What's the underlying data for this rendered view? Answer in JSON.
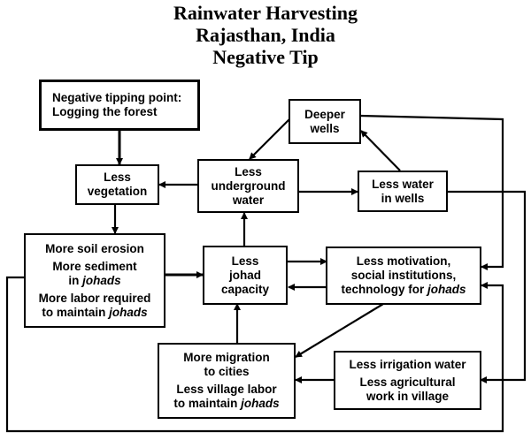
{
  "title": {
    "line1": "Rainwater Harvesting",
    "line2": "Rajasthan, India",
    "line3": "Negative Tip"
  },
  "nodes": {
    "tipping_point": {
      "line1": "Negative tipping point:",
      "line2": "Logging the forest"
    },
    "less_vegetation": {
      "line1": "Less",
      "line2": "vegetation"
    },
    "less_underground_water": {
      "line1": "Less",
      "line2": "underground",
      "line3": "water"
    },
    "deeper_wells": {
      "line1": "Deeper",
      "line2": "wells"
    },
    "less_water_in_wells": {
      "line1": "Less water",
      "line2": "in wells"
    },
    "soil_erosion": {
      "line1": "More soil erosion",
      "line2a": "More sediment",
      "line2b_pre": "in ",
      "line2b_em": "johads",
      "line3a": "More labor required",
      "line3b_pre": "to maintain ",
      "line3b_em": "johads"
    },
    "less_johad_capacity": {
      "line1": "Less",
      "line2": "johad",
      "line3": "capacity"
    },
    "less_motivation": {
      "line1": "Less motivation,",
      "line2": "social institutions,",
      "line3_pre": "technology for ",
      "line3_em": "johads"
    },
    "migration": {
      "line1": "More migration",
      "line2": "to cities",
      "line3": "Less village labor",
      "line4_pre": "to maintain ",
      "line4_em": "johads"
    },
    "irrigation": {
      "line1": "Less irrigation water",
      "line2": "Less agricultural",
      "line3": "work in village"
    }
  },
  "edges": [
    {
      "from": "tipping_point",
      "to": "less_vegetation"
    },
    {
      "from": "less_underground_water",
      "to": "less_vegetation"
    },
    {
      "from": "less_vegetation",
      "to": "soil_erosion"
    },
    {
      "from": "deeper_wells",
      "to": "less_underground_water"
    },
    {
      "from": "less_underground_water",
      "to": "less_water_in_wells"
    },
    {
      "from": "less_water_in_wells",
      "to": "deeper_wells"
    },
    {
      "from": "soil_erosion",
      "to": "less_johad_capacity"
    },
    {
      "from": "less_johad_capacity",
      "to": "less_underground_water"
    },
    {
      "from": "less_johad_capacity",
      "to": "less_motivation"
    },
    {
      "from": "less_motivation",
      "to": "less_johad_capacity"
    },
    {
      "from": "deeper_wells",
      "to": "less_motivation"
    },
    {
      "from": "less_water_in_wells",
      "to": "irrigation"
    },
    {
      "from": "soil_erosion",
      "to": "less_motivation"
    },
    {
      "from": "less_motivation",
      "to": "migration"
    },
    {
      "from": "migration",
      "to": "less_johad_capacity"
    },
    {
      "from": "irrigation",
      "to": "migration"
    }
  ]
}
